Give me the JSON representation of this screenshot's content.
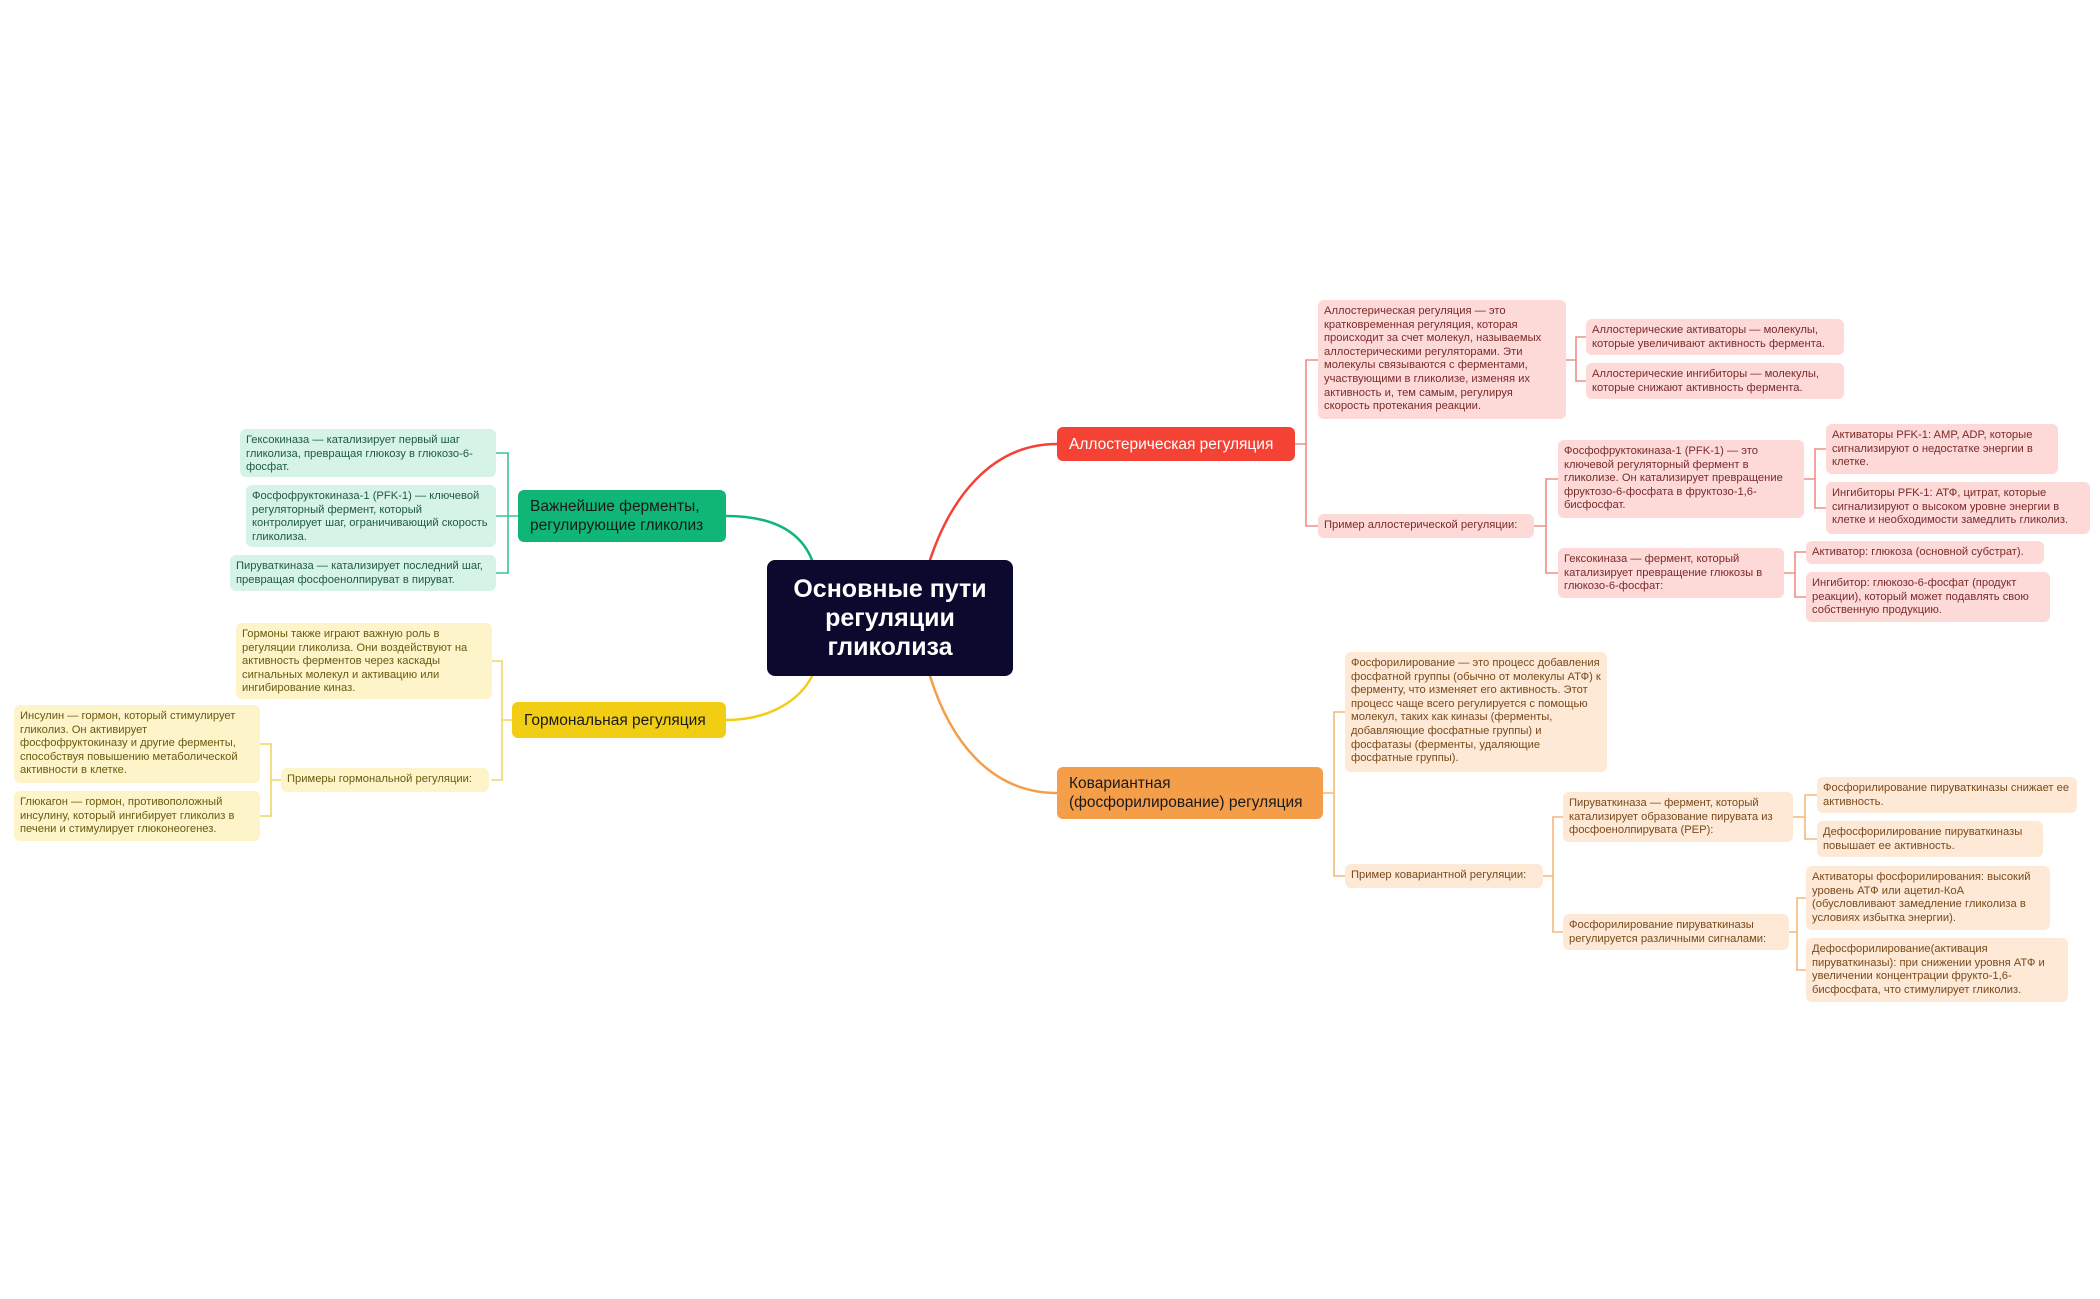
{
  "colors": {
    "central": "#0b0a2e",
    "allosteric": "#f44234",
    "covariant": "#f59e4a",
    "enzymes": "#0fb676",
    "hormonal": "#f1ce14"
  },
  "central": {
    "title": "Основные пути регуляции гликолиза"
  },
  "allosteric": {
    "title": "Аллостерическая регуляция",
    "definition": "Аллостерическая регуляция — это кратковременная регуляция, которая происходит за счет молекул, называемых аллостерическими регуляторами. Эти молекулы связываются с ферментами, участвующими в гликолизе, изменяя их активность и, тем самым, регулируя скорость протекания реакции.",
    "activators": "Аллостерические активаторы — молекулы, которые увеличивают активность фермента.",
    "inhibitors": "Аллостерические ингибиторы — молекулы, которые снижают активность фермента.",
    "example_label": "Пример аллостерической регуляции:",
    "pfk": "Фосфофруктокиназа-1 (PFK-1) — это ключевой регуляторный фермент в гликолизе. Он катализирует превращение фруктозо-6-фосфата в фруктозо-1,6-бисфосфат.",
    "pfk_activators": "Активаторы PFK-1: AMP, ADP, которые сигнализируют о недостатке энергии в клетке.",
    "pfk_inhibitors": "Ингибиторы PFK-1: АТФ, цитрат, которые сигнализируют о высоком уровне энергии в клетке и необходимости замедлить гликолиз.",
    "hexokinase": "Гексокиназа — фермент, который катализирует превращение глюкозы в глюкозо-6-фосфат:",
    "hk_activator": "Активатор: глюкоза (основной субстрат).",
    "hk_inhibitor": "Ингибитор: глюкозо-6-фосфат (продукт реакции), который может подавлять свою собственную продукцию."
  },
  "covariant": {
    "title": "Ковариантная (фосфорилирование) регуляция",
    "definition": "Фосфорилирование — это процесс добавления фосфатной группы (обычно от молекулы АТФ) к ферменту, что изменяет его активность. Этот процесс чаще всего регулируется с помощью молекул, таких как киназы (ферменты, добавляющие фосфатные группы) и фосфатазы (ферменты, удаляющие фосфатные группы).",
    "example_label": "Пример ковариантной регуляции:",
    "pyruvate_kinase": "Пируваткиназа — фермент, который катализирует образование пирувата из фосфоенолпирувата (PEP):",
    "phos_decrease": "Фосфорилирование пируваткиназы снижает ее активность.",
    "dephos_increase": "Дефосфорилирование пируваткиназы повышает ее активность.",
    "signals": "Фосфорилирование пируваткиназы регулируется различными сигналами:",
    "phos_activators": "Активаторы фосфорилирования: высокий уровень АТФ или ацетил-КоА (обусловливают замедление гликолиза в условиях избытка энергии).",
    "dephos_activation": "Дефосфорилирование(активация пируваткиназы): при снижении уровня АТФ и увеличении концентрации фрукто-1,6-бисфосфата, что стимулирует гликолиз."
  },
  "enzymes": {
    "title": "Важнейшие ферменты, регулирующие гликолиз",
    "hexokinase": "Гексокиназа — катализирует первый шаг гликолиза, превращая глюкозу в глюкозо-6-фосфат.",
    "pfk": "Фосфофруктокиназа-1 (PFK-1) — ключевой регуляторный фермент, который контролирует шаг, ограничивающий скорость гликолиза.",
    "pyruvate_kinase": "Пируваткиназа — катализирует последний шаг, превращая фосфоенолпируват в пируват."
  },
  "hormonal": {
    "title": "Гормональная регуляция",
    "definition": "Гормоны также играют важную роль в регуляции гликолиза. Они воздействуют на активность ферментов через каскады сигнальных молекул и активацию или ингибирование киназ.",
    "example_label": "Примеры гормональной регуляции:",
    "insulin": "Инсулин — гормон, который стимулирует гликолиз. Он активирует фосфофруктокиназу и другие ферменты, способствуя повышению метаболической активности в клетке.",
    "glucagon": "Глюкагон — гормон, противоположный инсулину, который ингибирует гликолиз в печени и стимулирует глюконеогенез."
  }
}
